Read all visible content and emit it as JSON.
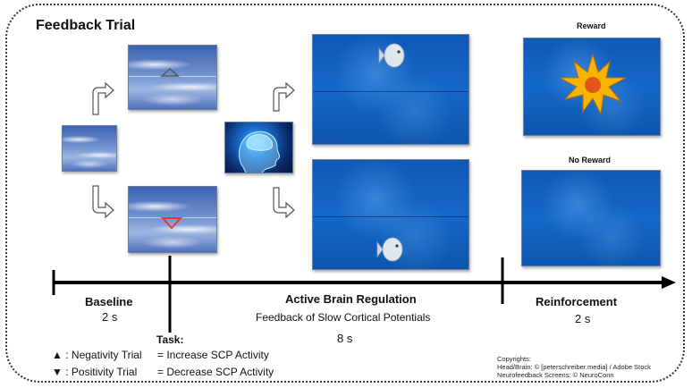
{
  "title": "Feedback Trial",
  "rewards": {
    "reward_label": "Reward",
    "no_reward_label": "No Reward"
  },
  "timeline": {
    "baseline": {
      "label": "Baseline",
      "duration": "2 s"
    },
    "regulation": {
      "label": "Active Brain Regulation",
      "sublabel": "Feedback of Slow Cortical Potentials",
      "duration": "8 s"
    },
    "reinforcement": {
      "label": "Reinforcement",
      "duration": "2 s"
    }
  },
  "task": {
    "heading": "Task:",
    "rows": [
      {
        "symbol": "▲",
        "trial": ": Negativity Trial",
        "action": "= Increase  SCP Activity"
      },
      {
        "symbol": "▼",
        "trial": ": Positivity Trial",
        "action": "= Decrease  SCP Activity"
      }
    ]
  },
  "copyright": {
    "heading": "Copyrights:",
    "line1": "Head/Brain: © [peterschreiber.media] / Adobe Stock",
    "line2": "Neurofeedback Screens: © NeuroConn"
  },
  "colors": {
    "triangle_up": "#555555",
    "triangle_down": "#e03b2f",
    "star_fill": "#f7b500",
    "water": "#1468c8",
    "sky": "#6f91cf"
  }
}
